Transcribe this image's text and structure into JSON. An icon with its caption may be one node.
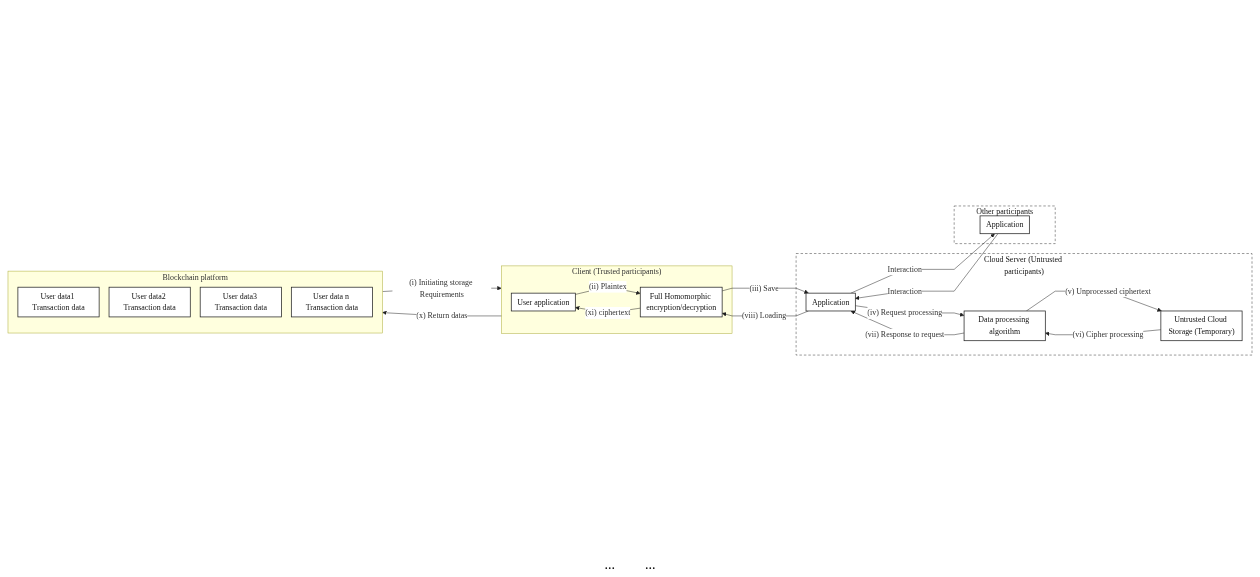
{
  "diagram": {
    "nodes": [
      {
        "text": [
          "Blockchain platform"
        ]
      },
      {
        "text": [
          "User data1 Transaction data"
        ],
        "in": 0
      },
      {
        "text": [
          "User data2 Transaction data"
        ],
        "in": 0
      },
      {
        "text": [
          "User data3 Transaction data"
        ],
        "in": 0
      },
      {
        "text": [
          "User data n Transaction data"
        ],
        "in": 0
      },
      {
        "text": [
          "Client (Trusted participants)"
        ]
      },
      {
        "text": [
          "User application"
        ],
        "in": 5
      },
      {
        "text": [
          "Full Homomorphic encryption/decryption"
        ],
        "in": 5
      },
      {
        "text": [
          "Cloud Server (Untrusted participants)"
        ]
      },
      {
        "text": [
          "Application"
        ],
        "in": 8
      },
      {
        "text": [
          "Data processing algorithm"
        ],
        "in": 8
      },
      {
        "text": [
          "Untrusted Cloud Storage (Temporary)"
        ],
        "in": 8
      },
      {
        "text": [
          "Other participants"
        ]
      },
      {
        "text": [
          "Application"
        ],
        "in": 12
      }
    ],
    "edges": [
      {
        "from": 0,
        "to": 5,
        "arrow": "to",
        "label": "(i) Initiating storage Requirements"
      },
      {
        "from": 5,
        "to": 0,
        "arrow": "to",
        "label": "(x) Return datas"
      },
      {
        "from": 6,
        "to": 7,
        "arrow": "to",
        "label": "(ii) Plaintex"
      },
      {
        "from": 7,
        "to": 6,
        "arrow": "to",
        "label": "(xi) ciphertext"
      },
      {
        "from": 7,
        "to": 9,
        "arrow": "to",
        "label": "(iii) Save"
      },
      {
        "from": 9,
        "to": 7,
        "arrow": "to",
        "label": "(viii) Loading"
      },
      {
        "from": 9,
        "to": 10,
        "arrow": "to",
        "label": "(iv) Request processing"
      },
      {
        "from": 10,
        "to": 9,
        "arrow": "to",
        "label": "(vii) Response to request"
      },
      {
        "from": 10,
        "to": 11,
        "arrow": "to",
        "label": "(v) Unprocessed ciphertext"
      },
      {
        "from": 11,
        "to": 10,
        "arrow": "to",
        "label": "(vi) Cipher processing"
      },
      {
        "from": 9,
        "to": 13,
        "arrow": "to",
        "label": "Interaction"
      },
      {
        "from": 13,
        "to": 9,
        "arrow": "to",
        "label": "Interaction"
      }
    ],
    "labels": [
      "...",
      "..."
    ]
  }
}
